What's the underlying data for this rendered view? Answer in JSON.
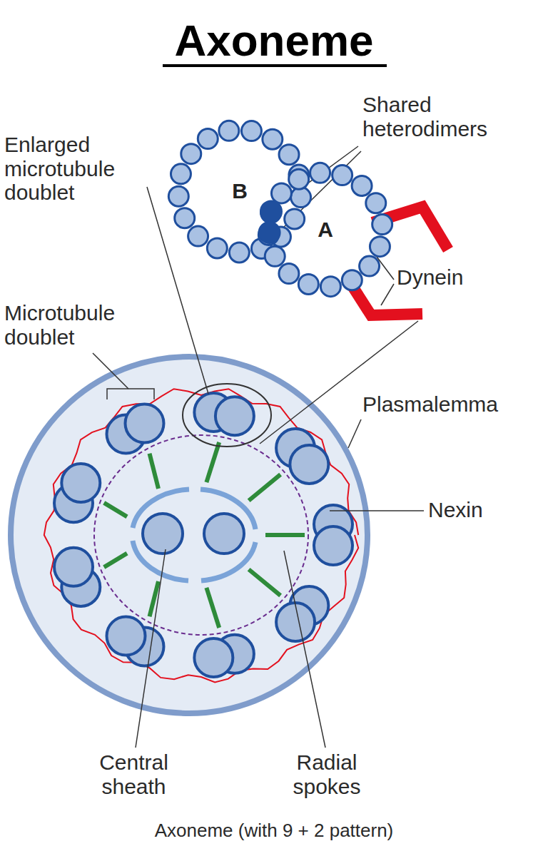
{
  "diagram": {
    "title": "Axoneme",
    "caption": "Axoneme (with 9 + 2 pattern)",
    "nodes": [
      {
        "text": [
          "B"
        ]
      },
      {
        "text": [
          "A"
        ]
      }
    ],
    "labels": [
      "Enlarged microtubule doublet",
      "Shared heterodimers",
      "Dynein",
      "Microtubule doublet",
      "Plasmalemma",
      "Nexin",
      "Central sheath",
      "Radial spokes"
    ]
  }
}
